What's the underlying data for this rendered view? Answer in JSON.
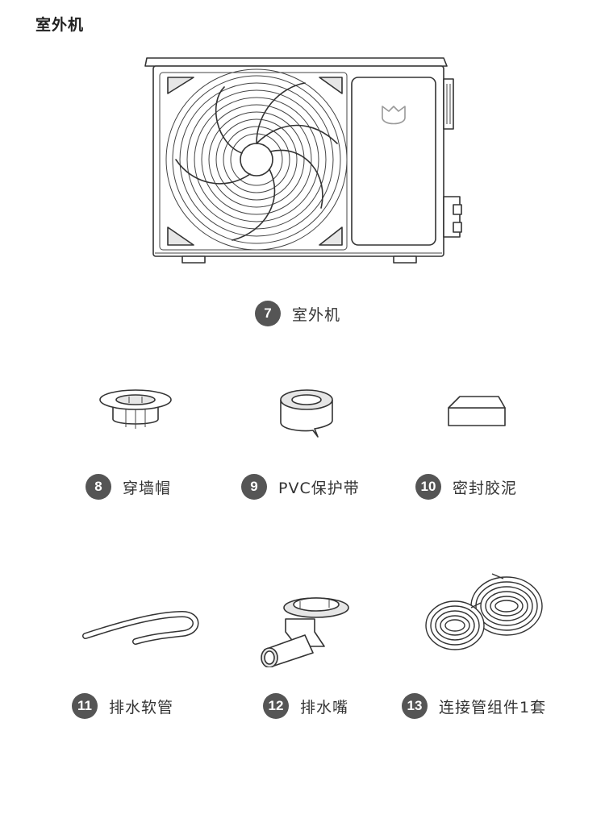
{
  "section_title": "室外机",
  "items": [
    {
      "number": "7",
      "label": "室外机"
    },
    {
      "number": "8",
      "label": "穿墙帽"
    },
    {
      "number": "9",
      "label": "PVC保护带"
    },
    {
      "number": "10",
      "label": "密封胶泥"
    },
    {
      "number": "11",
      "label": "排水软管"
    },
    {
      "number": "12",
      "label": "排水嘴"
    },
    {
      "number": "13",
      "label": "连接管组件1套"
    }
  ],
  "colors": {
    "badge": "#555555",
    "line": "#333333"
  },
  "icons": [
    "outdoor-unit-illustration",
    "mi-logo-icon",
    "wall-cap-illustration",
    "pvc-tape-illustration",
    "sealing-putty-illustration",
    "drain-hose-illustration",
    "drain-nozzle-illustration",
    "pipe-coils-illustration"
  ]
}
